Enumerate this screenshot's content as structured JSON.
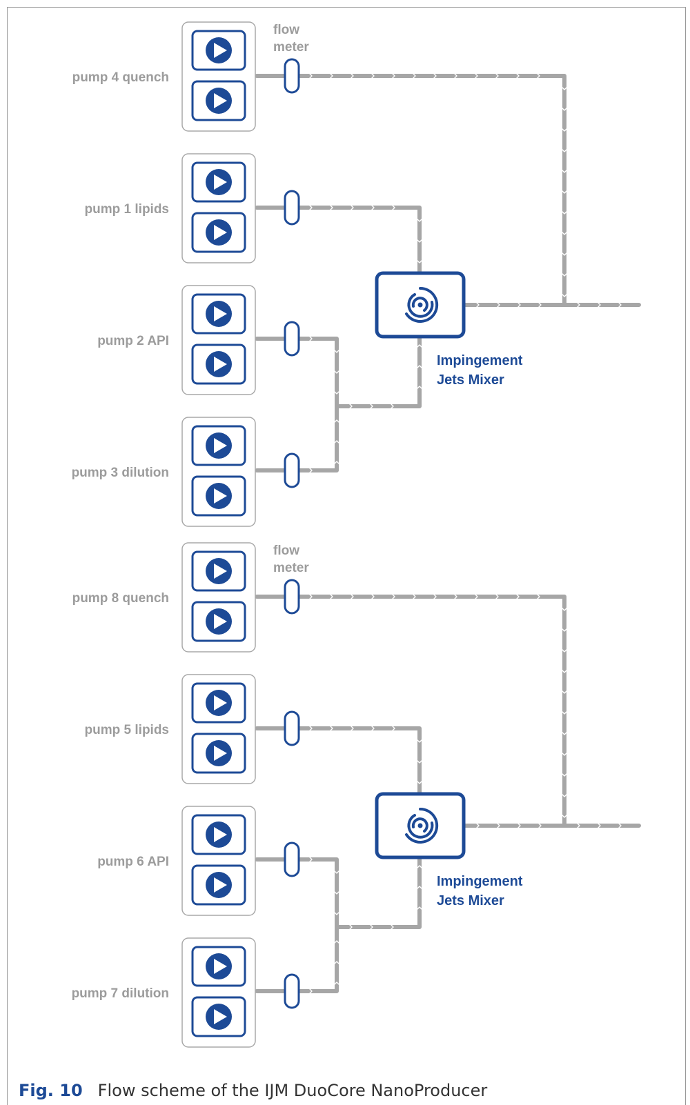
{
  "figure": {
    "number": "Fig. 10",
    "caption": "Flow scheme of the IJM DuoCore NanoProducer"
  },
  "colors": {
    "brand_blue": "#1d4a96",
    "pipe_gray": "#a6a6a6",
    "label_gray": "#9c9c9c"
  },
  "icons": {
    "pump_head": "play-circle-icon",
    "mixer": "swirl-icon",
    "flow_meter": "capsule-icon"
  },
  "cores": [
    {
      "flow_meter_label": [
        "flow",
        "meter"
      ],
      "mixer_label": [
        "Impingement",
        "Jets Mixer"
      ],
      "pumps": [
        {
          "label": "pump 4 quench"
        },
        {
          "label": "pump 1 lipids"
        },
        {
          "label": "pump 2 API"
        },
        {
          "label": "pump 3 dilution"
        }
      ]
    },
    {
      "flow_meter_label": [
        "flow",
        "meter"
      ],
      "mixer_label": [
        "Impingement",
        "Jets Mixer"
      ],
      "pumps": [
        {
          "label": "pump 8 quench"
        },
        {
          "label": "pump 5 lipids"
        },
        {
          "label": "pump 6 API"
        },
        {
          "label": "pump 7 dilution"
        }
      ]
    }
  ]
}
